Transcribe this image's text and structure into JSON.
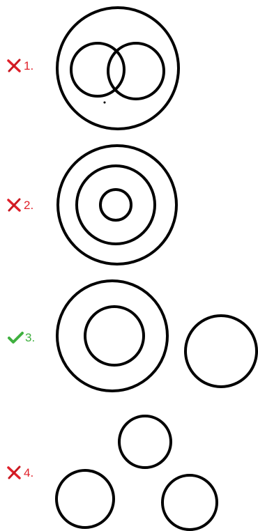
{
  "options": [
    {
      "number_label": "1.",
      "status": "wrong",
      "icon": "cross-icon",
      "status_color": "#e0202a"
    },
    {
      "number_label": "2.",
      "status": "wrong",
      "icon": "cross-icon",
      "status_color": "#e0202a"
    },
    {
      "number_label": "3.",
      "status": "correct",
      "icon": "checkmark-icon",
      "status_color": "#3fb03f"
    },
    {
      "number_label": "4.",
      "status": "wrong",
      "icon": "cross-icon",
      "status_color": "#e0202a"
    }
  ]
}
